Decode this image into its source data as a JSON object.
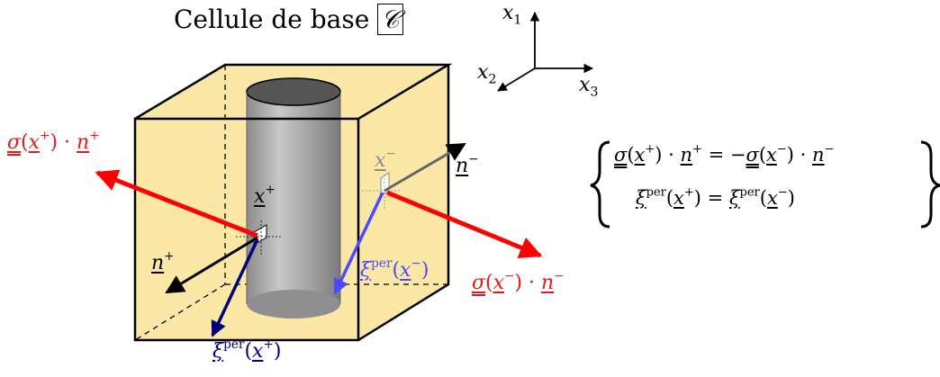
{
  "title": {
    "text": "Cellule de base",
    "symbol": "𝒞"
  },
  "axes": {
    "x1": "x",
    "x1_sub": "1",
    "x2": "x",
    "x2_sub": "2",
    "x3": "x",
    "x3_sub": "3"
  },
  "labels": {
    "x_plus": "x",
    "x_plus_sup": "+",
    "x_minus": "x",
    "x_minus_sup": "−",
    "n_plus": "n",
    "n_plus_sup": "+",
    "n_minus": "n",
    "n_minus_sup": "−",
    "sigma": "σ",
    "xi": "ξ",
    "per": "per"
  },
  "colors": {
    "cell_face": "#fbe8a6",
    "cylinder": "#a9a9a9",
    "red": "#e31a1c",
    "blue": "#4a4aff",
    "navy": "#00007a",
    "gray": "#777777"
  }
}
